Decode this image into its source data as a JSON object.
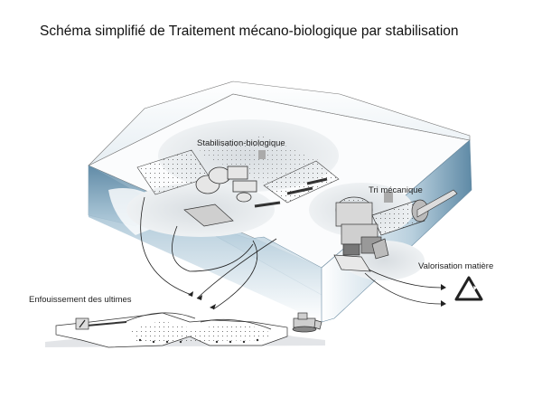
{
  "title": "Schéma simplifié de Traitement mécano-biologique par stabilisation",
  "labels": {
    "stabilisation": "Stabilisation-biologique",
    "tri": "Tri mécanique",
    "valorisation": "Valorisation matière",
    "enfouissement": "Enfouissement des ultimes"
  },
  "colors": {
    "building_blue": "#9fbdcf",
    "building_dark": "#5f8aa6",
    "floor_shade": "#e8ecef",
    "ink": "#333333"
  },
  "icons": {
    "recycle": "recycle-icon"
  }
}
